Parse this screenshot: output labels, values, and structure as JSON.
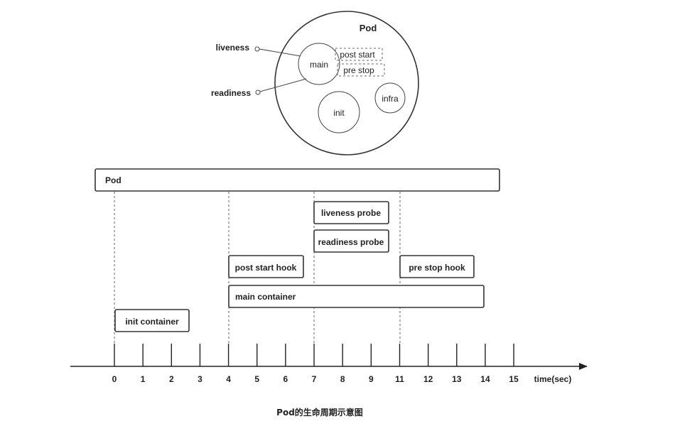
{
  "pod_diagram": {
    "pod_label": "Pod",
    "main_label": "main",
    "init_label": "init",
    "infra_label": "infra",
    "post_start_label": "post start",
    "pre_stop_label": "pre stop",
    "liveness_label": "liveness",
    "readiness_label": "readiness"
  },
  "timeline": {
    "bars": {
      "pod": "Pod",
      "liveness_probe": "liveness probe",
      "readiness_probe": "readiness probe",
      "post_start_hook": "post start hook",
      "pre_stop_hook": "pre stop hook",
      "main_container": "main container",
      "init_container": "init container"
    },
    "ticks": [
      "0",
      "1",
      "2",
      "3",
      "4",
      "5",
      "6",
      "7",
      "8",
      "9",
      "11",
      "12",
      "13",
      "14",
      "15"
    ],
    "axis_label": "time(sec)"
  },
  "caption": "Pod的生命周期示意图"
}
